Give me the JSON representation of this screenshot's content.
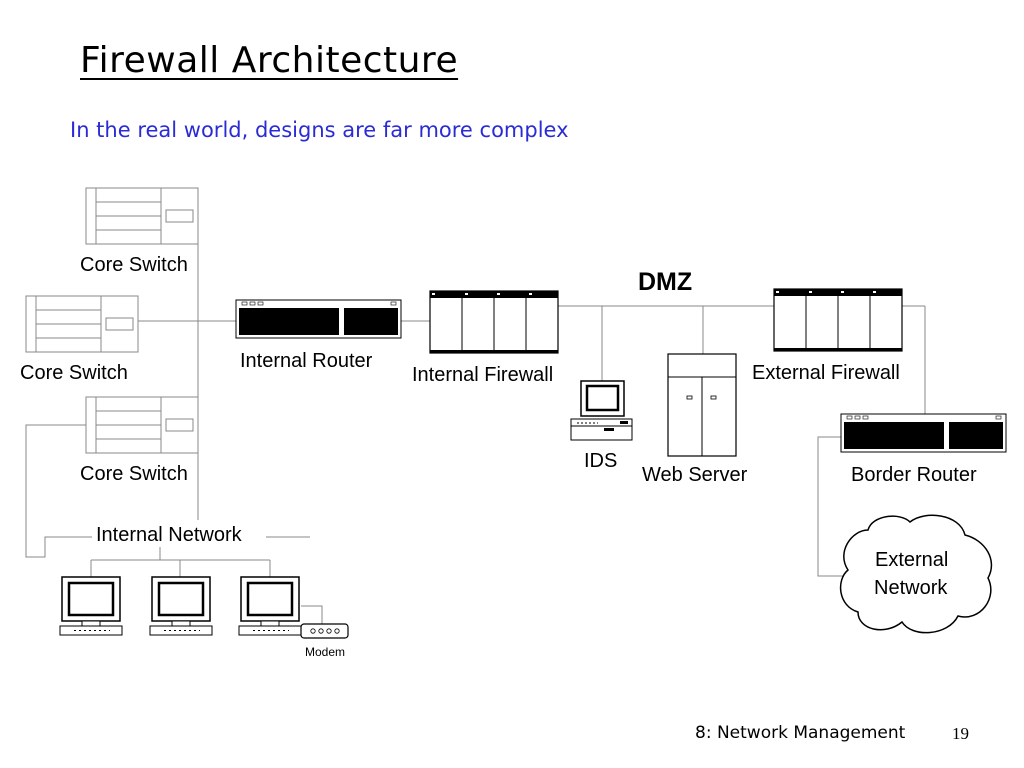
{
  "slide": {
    "title": "Firewall Architecture",
    "subtitle": "In the real world, designs are far more complex",
    "footer": "8: Network Management",
    "page_number": "19"
  },
  "diagram": {
    "zone_label": "DMZ",
    "nodes": {
      "core_switch_1": "Core Switch",
      "core_switch_2": "Core Switch",
      "core_switch_3": "Core Switch",
      "internal_router": "Internal Router",
      "internal_firewall": "Internal Firewall",
      "ids": "IDS",
      "web_server": "Web Server",
      "external_firewall": "External Firewall",
      "border_router": "Border Router",
      "external_network_line1": "External",
      "external_network_line2": "Network",
      "internal_network": "Internal Network",
      "modem": "Modem"
    }
  }
}
